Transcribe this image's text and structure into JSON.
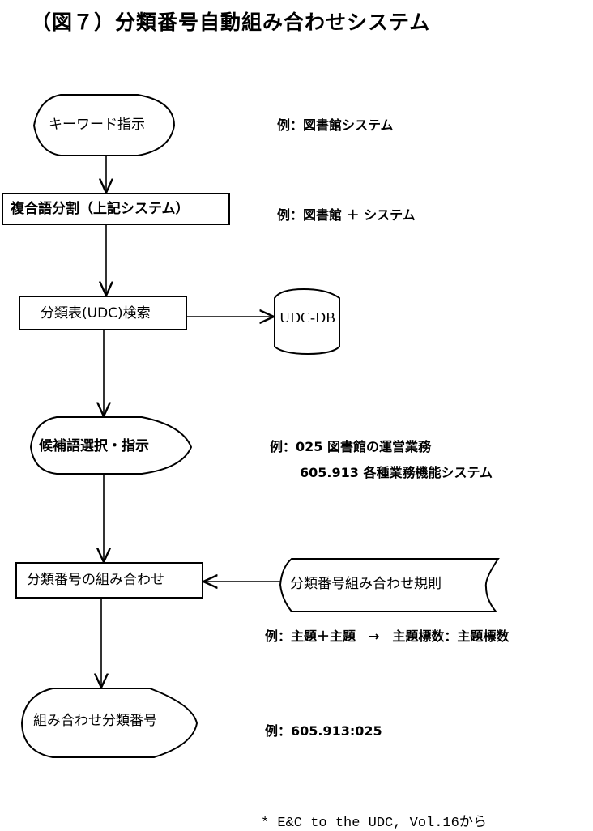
{
  "title": "（図７）分類番号自動組み合わせシステム",
  "nodes": {
    "keyword": {
      "label": "キーワード指示",
      "shape": "terminal"
    },
    "split": {
      "label": "複合語分割（上記システム）",
      "shape": "process"
    },
    "search": {
      "label": "分類表(UDC)検索",
      "shape": "process"
    },
    "udc_db": {
      "label": "UDC-DB",
      "shape": "database"
    },
    "candidate": {
      "label": "候補語選択・指示",
      "shape": "terminal"
    },
    "combine": {
      "label": "分類番号の組み合わせ",
      "shape": "process"
    },
    "rules": {
      "label": "分類番号組み合わせ規則",
      "shape": "stored-data"
    },
    "result": {
      "label": "組み合わせ分類番号",
      "shape": "terminal"
    }
  },
  "edges": [
    {
      "from": "keyword",
      "to": "split"
    },
    {
      "from": "split",
      "to": "search"
    },
    {
      "from": "search",
      "to": "udc_db"
    },
    {
      "from": "search",
      "to": "candidate"
    },
    {
      "from": "candidate",
      "to": "combine"
    },
    {
      "from": "rules",
      "to": "combine"
    },
    {
      "from": "combine",
      "to": "result"
    }
  ],
  "examples": {
    "keyword": "例：図書館システム",
    "split": "例：図書館 ＋ システム",
    "candidate_line1": "例：025 図書館の運営業務",
    "candidate_line2": "605.913 各種業務機能システム",
    "rules": "例：主題＋主題　→　主題標数：主題標数",
    "result": "例：605.913:025"
  },
  "source_note": "* E&C to the UDC, Vol.16から"
}
